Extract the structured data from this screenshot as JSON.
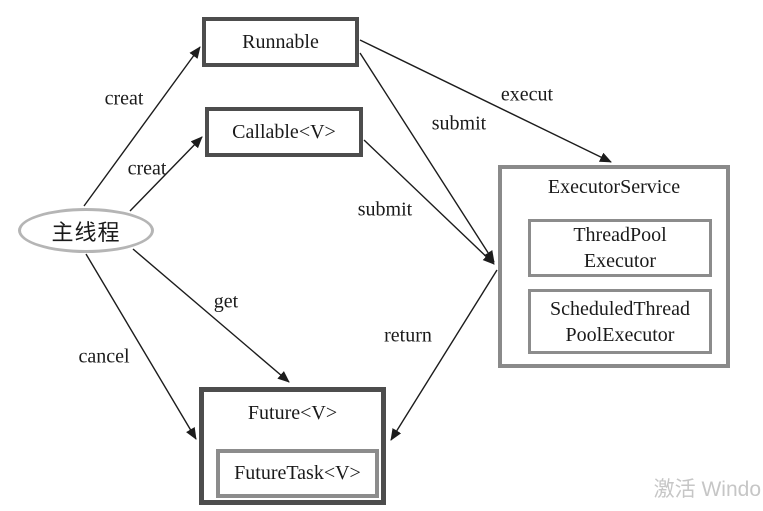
{
  "diagram": {
    "nodes": {
      "main_thread": {
        "label": "主线程",
        "shape": "ellipse"
      },
      "runnable": {
        "label": "Runnable",
        "shape": "rect"
      },
      "callable": {
        "label": "Callable<V>",
        "shape": "rect"
      },
      "executor_service": {
        "label": "ExecutorService",
        "shape": "rect",
        "children": [
          {
            "line1": "ThreadPool",
            "line2": "Executor"
          },
          {
            "line1": "ScheduledThread",
            "line2": "PoolExecutor"
          }
        ]
      },
      "future": {
        "label": "Future<V>",
        "shape": "rect",
        "children": [
          {
            "label": "FutureTask<V>"
          }
        ]
      }
    },
    "edges": [
      {
        "label": "creat",
        "from": "main_thread",
        "to": "runnable"
      },
      {
        "label": "creat",
        "from": "main_thread",
        "to": "callable"
      },
      {
        "label": "execut",
        "from": "runnable",
        "to": "executor_service"
      },
      {
        "label": "submit",
        "from": "runnable",
        "to": "executor_service"
      },
      {
        "label": "submit",
        "from": "callable",
        "to": "executor_service"
      },
      {
        "label": "get",
        "from": "main_thread",
        "to": "future"
      },
      {
        "label": "cancel",
        "from": "main_thread",
        "to": "future"
      },
      {
        "label": "return",
        "from": "executor_service",
        "to": "future"
      }
    ]
  },
  "watermark": "激活 Windo",
  "colors": {
    "line": "#1c1c1c",
    "dark_border": "#4d4d4d",
    "gray_border": "#8a8a8a",
    "ellipse_border": "#b5b5b5",
    "watermark_text": "#c6c6c6"
  }
}
